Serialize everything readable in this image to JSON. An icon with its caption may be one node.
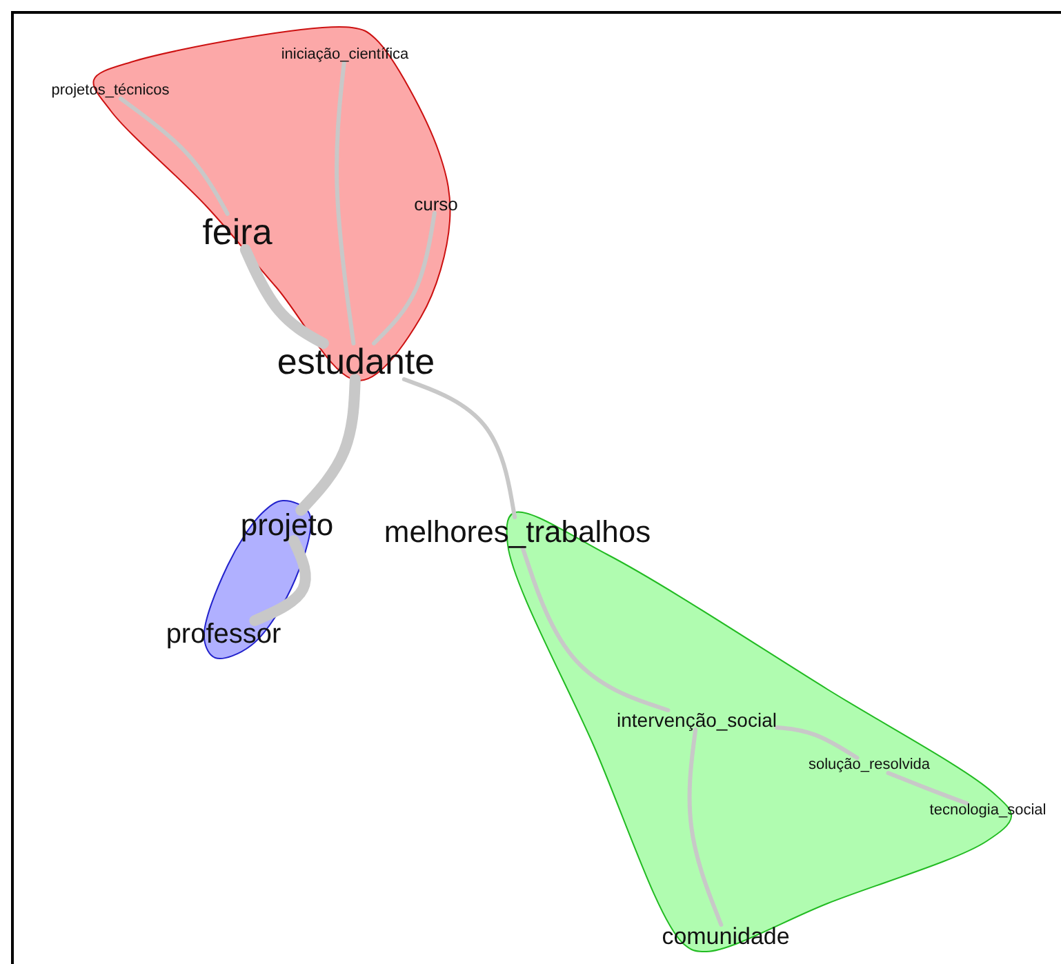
{
  "diagram": {
    "nodes": [
      {
        "text": [
          "iniciação_científica"
        ]
      },
      {
        "text": [
          "projetos_técnicos"
        ]
      },
      {
        "text": [
          "curso"
        ]
      },
      {
        "text": [
          "feira"
        ]
      },
      {
        "text": [
          "estudante"
        ]
      },
      {
        "text": [
          "projeto"
        ]
      },
      {
        "text": [
          "melhores_trabalhos"
        ]
      },
      {
        "text": [
          "professor"
        ]
      },
      {
        "text": [
          "intervenção_social"
        ]
      },
      {
        "text": [
          "solução_resolvida"
        ]
      },
      {
        "text": [
          "tecnologia_social"
        ]
      },
      {
        "text": [
          "comunidade"
        ]
      }
    ],
    "edges": [
      {
        "from": 1,
        "to": 3,
        "arrow": "none"
      },
      {
        "from": 3,
        "to": 4,
        "arrow": "none",
        "style": "thick"
      },
      {
        "from": 0,
        "to": 4,
        "arrow": "none"
      },
      {
        "from": 2,
        "to": 4,
        "arrow": "none"
      },
      {
        "from": 4,
        "to": 5,
        "arrow": "none",
        "style": "thick"
      },
      {
        "from": 4,
        "to": 6,
        "arrow": "none"
      },
      {
        "from": 5,
        "to": 7,
        "arrow": "none",
        "style": "thick"
      },
      {
        "from": 6,
        "to": 8,
        "arrow": "none"
      },
      {
        "from": 8,
        "to": 9,
        "arrow": "none"
      },
      {
        "from": 9,
        "to": 10,
        "arrow": "none"
      },
      {
        "from": 8,
        "to": 11,
        "arrow": "none"
      }
    ]
  }
}
